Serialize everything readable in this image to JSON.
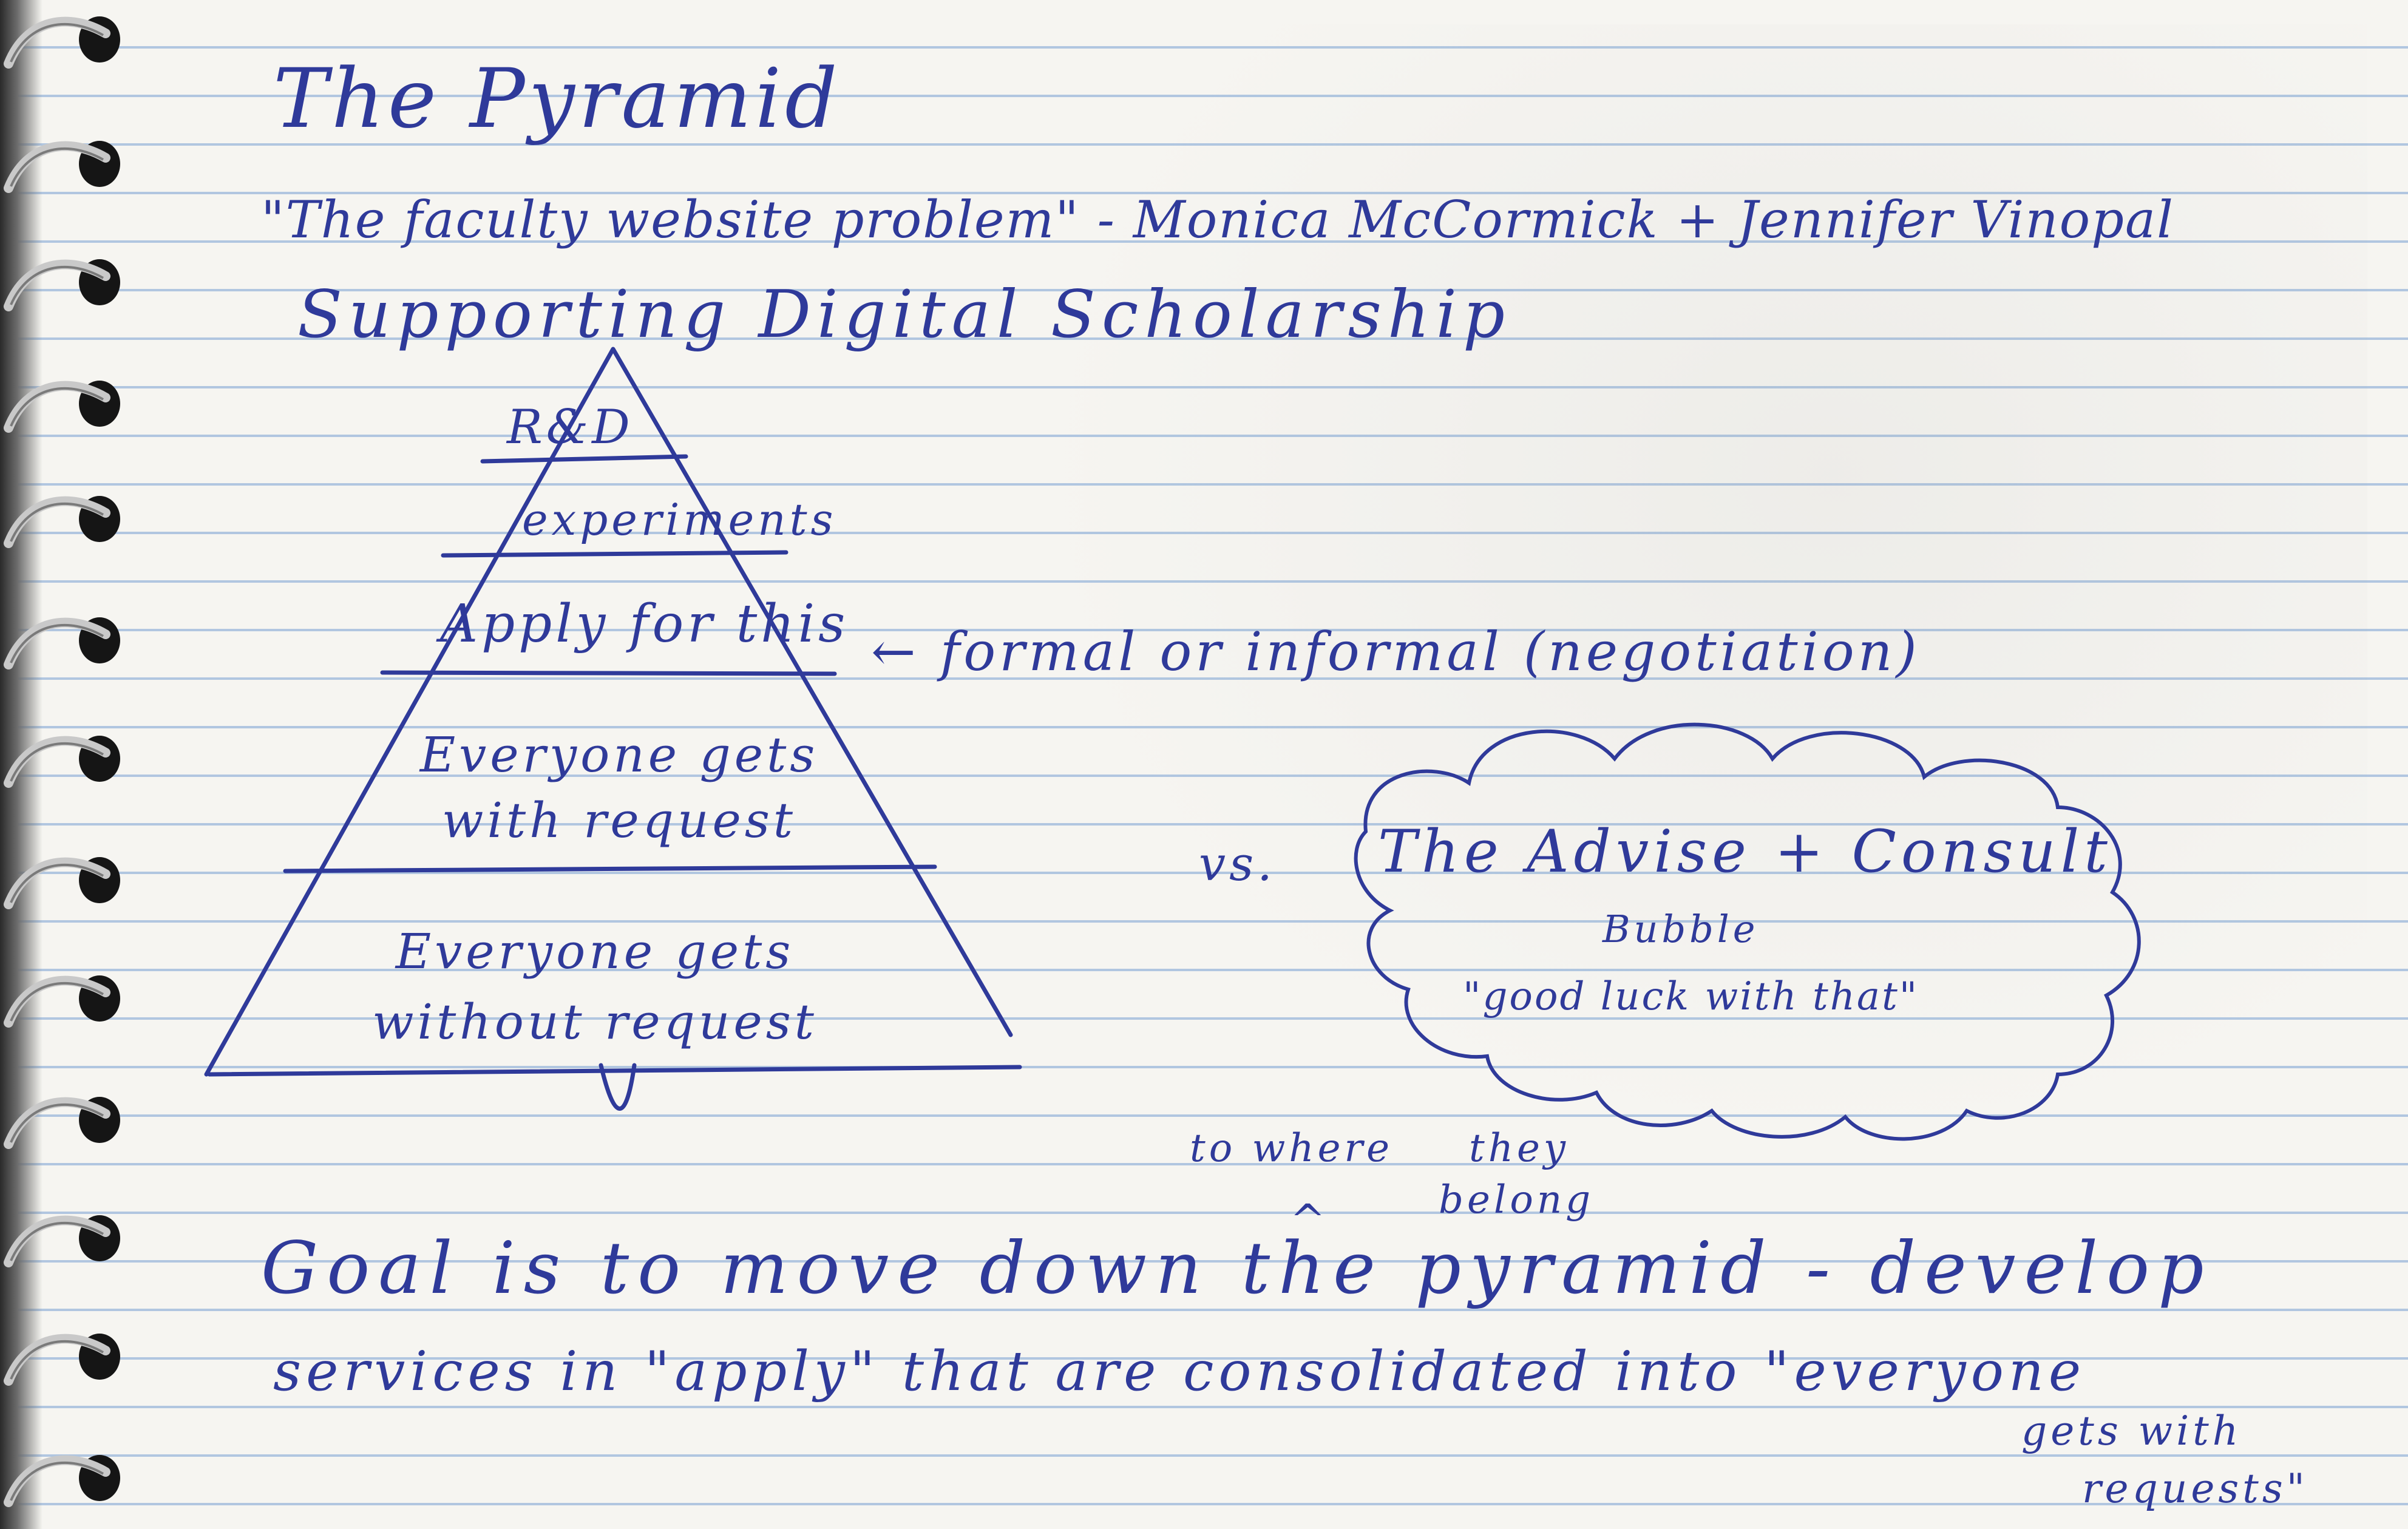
{
  "title": "The Pyramid",
  "quote_line": "\"The faculty website problem\" - Monica McCormick + Jennifer Vinopal",
  "subtitle": "Supporting Digital Scholarship",
  "pyramid": {
    "tiers": [
      "R&D",
      "experiments",
      "Apply for this",
      "Everyone gets with request",
      "Everyone gets without request"
    ]
  },
  "side_note": "← formal or informal (negotiation)",
  "versus": "vs.",
  "bubble": {
    "line1": "The Advise + Consult",
    "line2": "Bubble",
    "line3": "\"good luck with that\""
  },
  "insertion": {
    "part1": "to where",
    "part2": "they",
    "part3": "belong",
    "caret": "^"
  },
  "goal": {
    "line1": "Goal is to move down the pyramid - develop",
    "line2": "services in \"apply\" that are consolidated into \"everyone",
    "line3": "gets with",
    "line4": "requests\""
  },
  "colors": {
    "ink": "#2f3a9a",
    "rule_lines": "#78a0d2",
    "paper": "#f6f5f1",
    "spiral": "#1a1a1a"
  }
}
